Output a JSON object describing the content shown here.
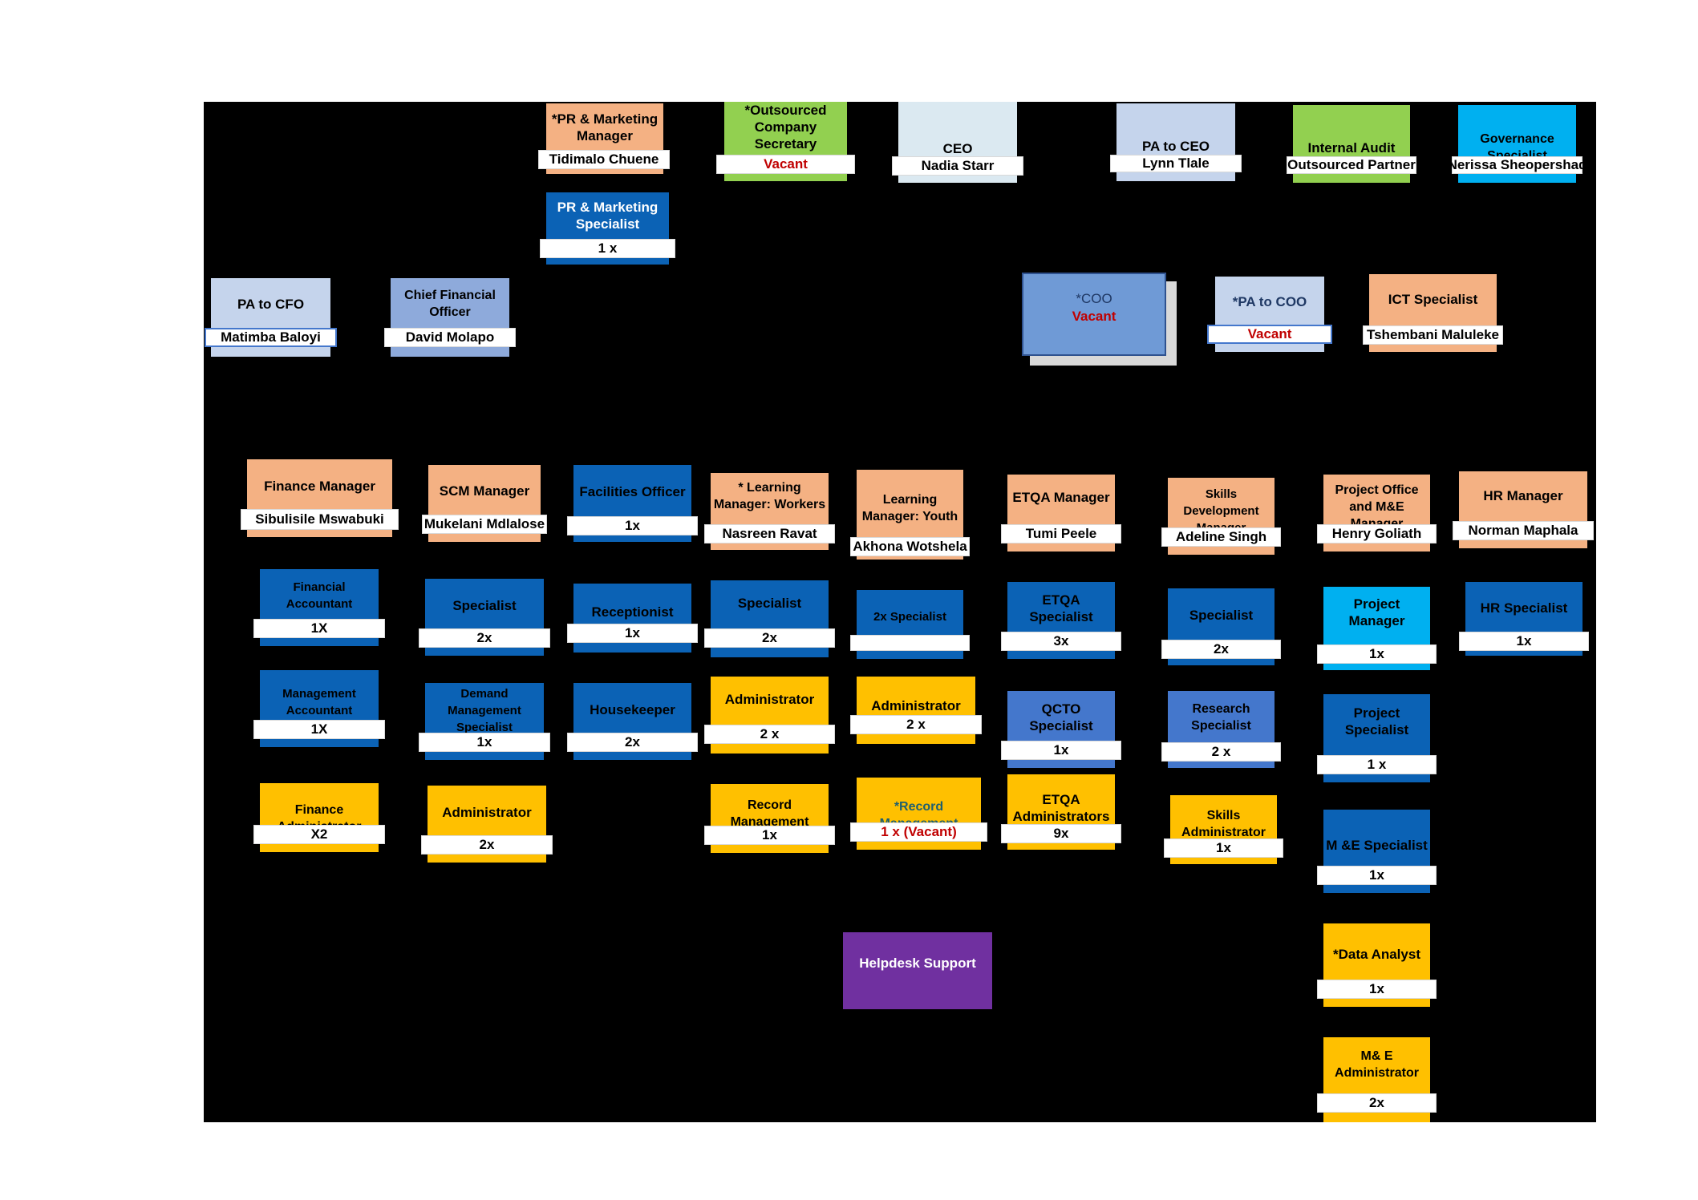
{
  "positions": {
    "pr_marketing_manager": {
      "title": "*PR & Marketing Manager",
      "name": "Tidimalo Chuene"
    },
    "pr_marketing_specialist": {
      "title": "PR & Marketing Specialist",
      "count": "1 x"
    },
    "company_secretary": {
      "title": "*Outsourced Company Secretary",
      "status": "Vacant"
    },
    "ceo": {
      "title": "CEO",
      "name": "Nadia Starr"
    },
    "pa_to_ceo": {
      "title": "PA to CEO",
      "name": "Lynn Tlale"
    },
    "internal_audit": {
      "title": "Internal Audit",
      "name": "Outsourced Partner"
    },
    "governance_specialist": {
      "title": "Governance Specialist",
      "name": "Nerissa Sheopershad"
    },
    "pa_to_cfo": {
      "title": "PA to CFO",
      "name": "Matimba Baloyi"
    },
    "cfo": {
      "title": "Chief Financial Officer",
      "name": "David Molapo"
    },
    "coo": {
      "title": "*COO",
      "status": "Vacant"
    },
    "pa_to_coo": {
      "title": "*PA to COO",
      "status": "Vacant"
    },
    "ict_specialist": {
      "title": "ICT Specialist",
      "name": "Tshembani Maluleke"
    },
    "finance_manager": {
      "title": "Finance Manager",
      "name": "Sibulisile Mswabuki"
    },
    "financial_accountant": {
      "title": "Financial Accountant",
      "count": "1X"
    },
    "management_accountant": {
      "title": "Management Accountant",
      "count": "1X"
    },
    "finance_administrator": {
      "title": "Finance Administrator",
      "count": "X2"
    },
    "scm_manager": {
      "title": "SCM Manager",
      "name": "Mukelani Mdlalose"
    },
    "scm_specialist": {
      "title": "Specialist",
      "count": "2x"
    },
    "demand_management_specialist": {
      "title": "Demand Management Specialist",
      "count": "1x"
    },
    "scm_administrator": {
      "title": "Administrator",
      "count": "2x"
    },
    "facilities_officer": {
      "title": "Facilities Officer",
      "count": "1x"
    },
    "receptionist": {
      "title": "Receptionist",
      "count": "1x"
    },
    "housekeeper": {
      "title": "Housekeeper",
      "count": "2x"
    },
    "learning_manager_workers": {
      "title": "* Learning Manager: Workers",
      "name": "Nasreen Ravat"
    },
    "workers_specialist": {
      "title": "Specialist",
      "count": "2x"
    },
    "workers_administrator": {
      "title": "Administrator",
      "count": "2 x"
    },
    "workers_record_management": {
      "title": "Record Management",
      "count": "1x"
    },
    "learning_manager_youth": {
      "title": "Learning Manager: Youth",
      "name": "Akhona Wotshela"
    },
    "youth_specialist": {
      "title": "2x Specialist"
    },
    "youth_administrator": {
      "title": "Administrator",
      "count": "2 x"
    },
    "youth_record_management": {
      "title": "*Record Management",
      "count": "1 x (Vacant)"
    },
    "helpdesk_support": {
      "title": "Helpdesk Support"
    },
    "etqa_manager": {
      "title": "ETQA Manager",
      "name": "Tumi Peele"
    },
    "etqa_specialist": {
      "title": "ETQA Specialist",
      "count": "3x"
    },
    "qcto_specialist": {
      "title": "QCTO Specialist",
      "count": "1x"
    },
    "etqa_administrators": {
      "title": "ETQA Administrators",
      "count": "9x"
    },
    "skills_development_manager": {
      "title": "Skills Development Manager",
      "name": "Adeline Singh"
    },
    "skills_specialist": {
      "title": "Specialist",
      "count": "2x"
    },
    "research_specialist": {
      "title": "Research Specialist",
      "count": "2 x"
    },
    "skills_administrator": {
      "title": "Skills Administrator",
      "count": "1x"
    },
    "project_office_manager": {
      "title": "Project Office and M&E Manager",
      "name": "Henry Goliath"
    },
    "project_manager": {
      "title": "Project Manager",
      "count": "1x"
    },
    "project_specialist": {
      "title": "Project Specialist",
      "count": "1 x"
    },
    "me_specialist": {
      "title": "M &E Specialist",
      "count": "1x"
    },
    "data_analyst": {
      "title": "*Data Analyst",
      "count": "1x"
    },
    "me_administrator": {
      "title": "M& E Administrator",
      "count": "2x"
    },
    "hr_manager": {
      "title": "HR Manager",
      "name": "Norman Maphala"
    },
    "hr_specialist": {
      "title": "HR Specialist",
      "count": "1x"
    }
  },
  "colors": {
    "background": "#000000",
    "pale_blue": "#dbe9f1",
    "lavender": "#c5d4ec",
    "green": "#92d050",
    "salmon": "#f4b183",
    "blue": "#0b62b5",
    "cyan": "#00b0f0",
    "gold": "#ffc000",
    "purple": "#7030a0",
    "vacant_red": "#c00000"
  }
}
